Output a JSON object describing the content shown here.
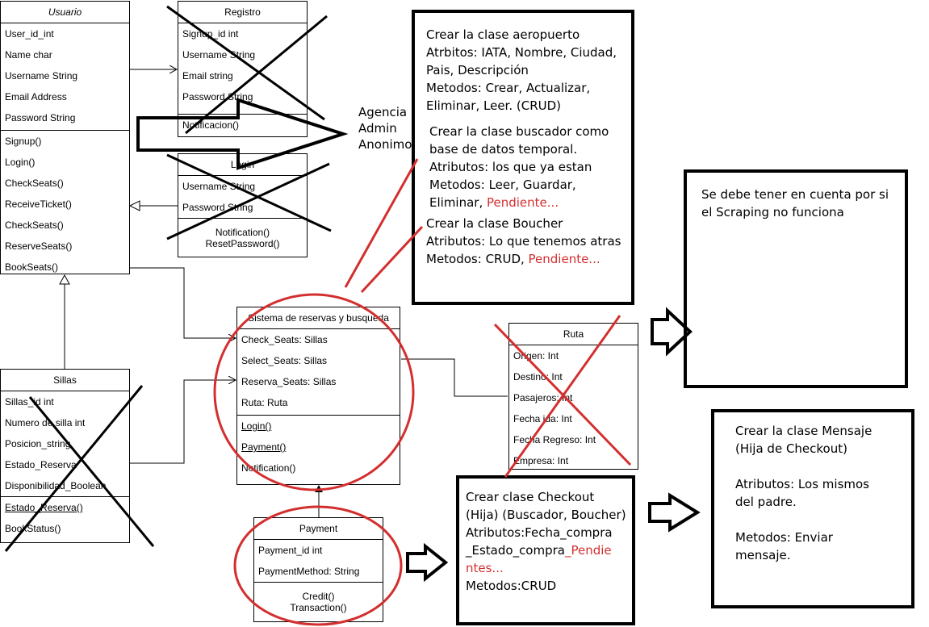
{
  "usuario": {
    "title": "Usuario",
    "attributes": [
      "User_id_int",
      "Name char",
      "Username String",
      "Email Address",
      "Password String"
    ],
    "methods": [
      "Signup()",
      "Login()",
      "CheckSeats()",
      "ReceiveTicket()",
      "CheckSeats()",
      "ReserveSeats()",
      "BookSeats()"
    ]
  },
  "registro": {
    "title": "Registro",
    "attributes": [
      "Signup_id int",
      "Username String",
      "Email string",
      "Password String"
    ],
    "methods": [
      "Notificacion()"
    ]
  },
  "login": {
    "title": "Login",
    "attributes": [
      "Username String",
      "Password String"
    ],
    "methods": [
      "Notification()",
      "ResetPassword()"
    ]
  },
  "sillas": {
    "title": "Sillas",
    "attributes": [
      "Sillas_id int",
      "Numero de silla int",
      "Posicion_string",
      "Estado_Reserva",
      "Disponibilidad_Boolean"
    ],
    "methods": [
      "Estado_Reserva()",
      "BookStatus()"
    ]
  },
  "sistema": {
    "title": "Sistema de reservas y busqueda",
    "attributes": [
      "Check_Seats: Sillas",
      "Select_Seats: Sillas",
      "Reserva_Seats: Sillas",
      "Ruta: Ruta"
    ],
    "methods": [
      "Login()",
      "Payment()",
      "Notification()"
    ]
  },
  "payment": {
    "title": "Payment",
    "attributes": [
      "Payment_id int",
      "PaymentMethod: String"
    ],
    "methods": [
      "Credit()",
      "Transaction()"
    ]
  },
  "ruta": {
    "title": "Ruta",
    "attributes": [
      "Origen: Int",
      "Destino: Int",
      "Pasajeros: Int",
      "Fecha ida: Int",
      "Fecha Regreso: Int",
      "Empresa: Int"
    ]
  },
  "roles": [
    "Agencia",
    "Admin",
    "Anonimo"
  ],
  "note_main": {
    "aeropuerto": [
      "Crear la clase aeropuerto",
      "Atrbitos: IATA, Nombre, Ciudad,",
      "Pais, Descripción",
      "Metodos: Crear, Actualizar,",
      "Eliminar, Leer. (CRUD)"
    ],
    "buscador": [
      "Crear la clase buscador como",
      "base de datos temporal.",
      "Atributos: los que ya estan",
      "Metodos: Leer, Guardar,"
    ],
    "buscador_last": "Eliminar, ",
    "buscador_pending": "Pendiente...",
    "boucher": [
      "Crear la clase Boucher",
      "Atributos: Lo que tenemos atras"
    ],
    "boucher_last": "Metodos: CRUD, ",
    "boucher_pending": "Pendiente..."
  },
  "note_scraping": {
    "text": [
      "Se debe tener en cuenta por si",
      "el Scraping no funciona"
    ]
  },
  "note_checkout": {
    "lines": [
      "Crear clase Checkout",
      "(Hija)  (Buscador, Boucher)",
      "Atributos:Fecha_compra"
    ],
    "line4": "_Estado_compra",
    "pending_a": "_Pendie",
    "pending_b": "ntes...",
    "methods": "Metodos:CRUD"
  },
  "note_mensaje": {
    "title": [
      "Crear la clase Mensaje",
      "(Hija de Checkout)"
    ],
    "attrs": [
      "Atributos: Los mismos",
      "del padre."
    ],
    "methods": [
      "Metodos: Enviar",
      "mensaje."
    ]
  },
  "colors": {
    "cross": "#000000",
    "red": "#d32f2f",
    "border": "#000000"
  }
}
